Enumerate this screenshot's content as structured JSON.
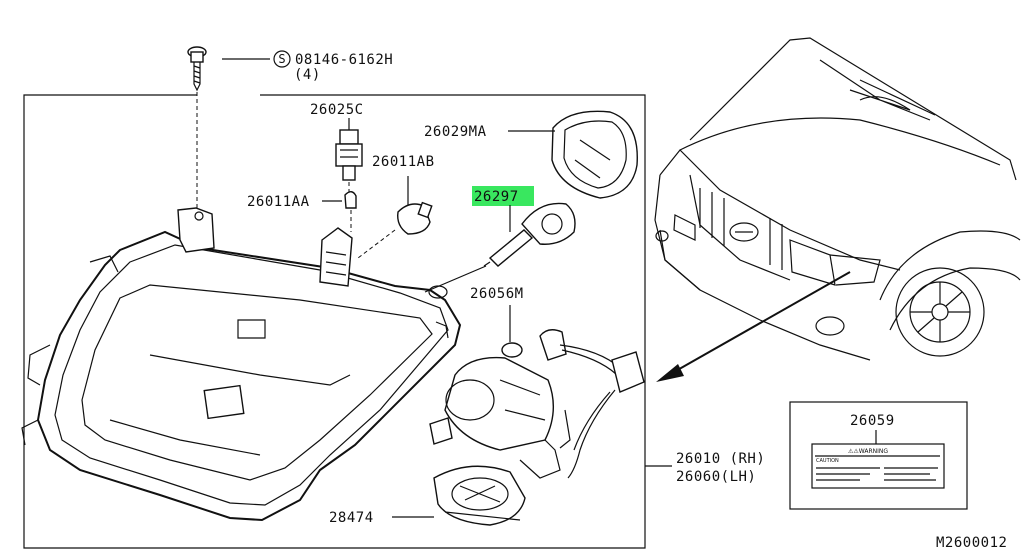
{
  "screw": {
    "part_no": "08146-6162H",
    "qty": "(4)",
    "symbol": "S"
  },
  "parts": {
    "socket": "26025C",
    "bulb_small": "26011AA",
    "bulb_wedge": "26011AB",
    "cap": "26029MA",
    "xenon_bulb": "26297",
    "leveling_motor": "26056M",
    "ballast": "28474",
    "assembly_rh": "26010 (RH)",
    "assembly_lh": "26060(LH)",
    "caution_label": "26059"
  },
  "caution_label": {
    "heading": "⚠⚠WARNING",
    "side": "CAUTION"
  },
  "diagram_code": "M2600012",
  "colors": {
    "highlight": "#39e75f",
    "line": "#111111"
  }
}
